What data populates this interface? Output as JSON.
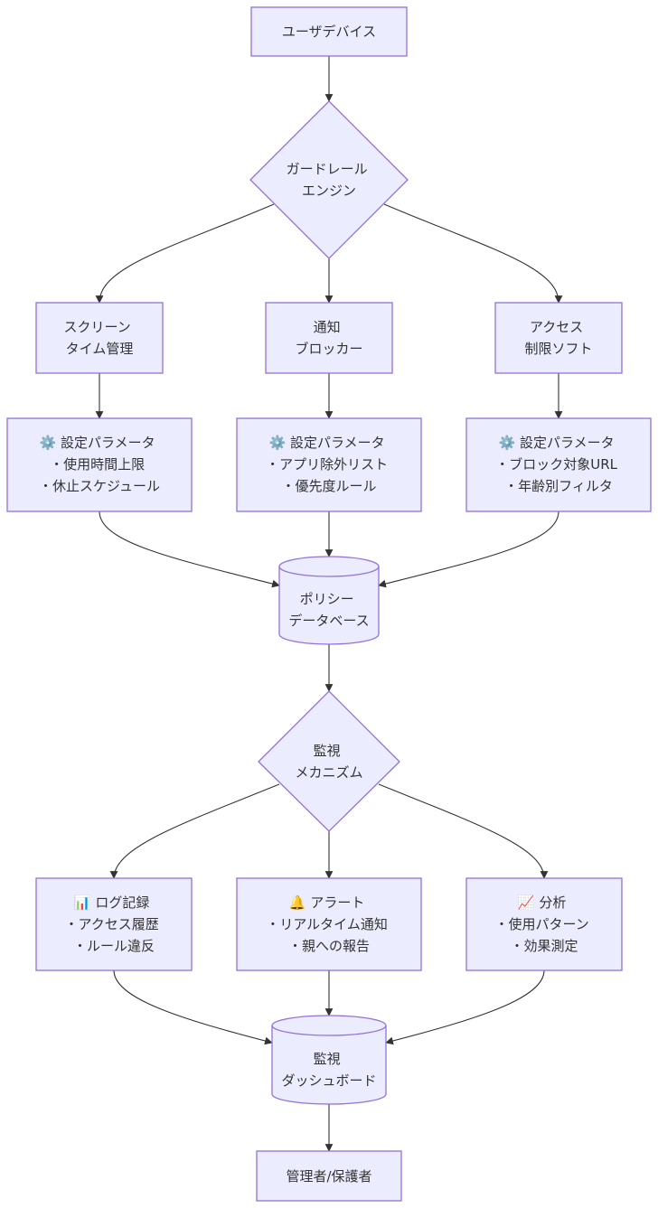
{
  "diagram": {
    "nodes": {
      "user_device": {
        "lines": [
          "ユーザデバイス"
        ]
      },
      "guardrail_engine": {
        "lines": [
          "ガードレール",
          "エンジン"
        ]
      },
      "screen_time": {
        "lines": [
          "スクリーン",
          "タイム管理"
        ]
      },
      "notification_blocker": {
        "lines": [
          "通知",
          "ブロッカー"
        ]
      },
      "access_control": {
        "lines": [
          "アクセス",
          "制限ソフト"
        ]
      },
      "params_screen_time": {
        "lines": [
          "⚙️ 設定パラメータ",
          "・使用時間上限",
          "・休止スケジュール"
        ]
      },
      "params_notification": {
        "lines": [
          "⚙️ 設定パラメータ",
          "・アプリ除外リスト",
          "・優先度ルール"
        ]
      },
      "params_access": {
        "lines": [
          "⚙️ 設定パラメータ",
          "・ブロック対象URL",
          "・年齢別フィルタ"
        ]
      },
      "policy_db": {
        "lines": [
          "ポリシー",
          "データベース"
        ]
      },
      "monitoring_mechanism": {
        "lines": [
          "監視",
          "メカニズム"
        ]
      },
      "log_record": {
        "lines": [
          "📊 ログ記録",
          "・アクセス履歴",
          "・ルール違反"
        ]
      },
      "alert": {
        "lines": [
          "🔔 アラート",
          "・リアルタイム通知",
          "・親への報告"
        ]
      },
      "analysis": {
        "lines": [
          "📈 分析",
          "・使用パターン",
          "・効果測定"
        ]
      },
      "monitoring_dashboard": {
        "lines": [
          "監視",
          "ダッシュボード"
        ]
      },
      "admin_guardian": {
        "lines": [
          "管理者/保護者"
        ]
      }
    },
    "edges": [
      {
        "from": "user_device",
        "to": "guardrail_engine"
      },
      {
        "from": "guardrail_engine",
        "to": "screen_time"
      },
      {
        "from": "guardrail_engine",
        "to": "notification_blocker"
      },
      {
        "from": "guardrail_engine",
        "to": "access_control"
      },
      {
        "from": "screen_time",
        "to": "params_screen_time"
      },
      {
        "from": "notification_blocker",
        "to": "params_notification"
      },
      {
        "from": "access_control",
        "to": "params_access"
      },
      {
        "from": "params_screen_time",
        "to": "policy_db"
      },
      {
        "from": "params_notification",
        "to": "policy_db"
      },
      {
        "from": "params_access",
        "to": "policy_db"
      },
      {
        "from": "policy_db",
        "to": "monitoring_mechanism"
      },
      {
        "from": "monitoring_mechanism",
        "to": "log_record"
      },
      {
        "from": "monitoring_mechanism",
        "to": "alert"
      },
      {
        "from": "monitoring_mechanism",
        "to": "analysis"
      },
      {
        "from": "log_record",
        "to": "monitoring_dashboard"
      },
      {
        "from": "alert",
        "to": "monitoring_dashboard"
      },
      {
        "from": "analysis",
        "to": "monitoring_dashboard"
      },
      {
        "from": "monitoring_dashboard",
        "to": "admin_guardian"
      }
    ]
  }
}
